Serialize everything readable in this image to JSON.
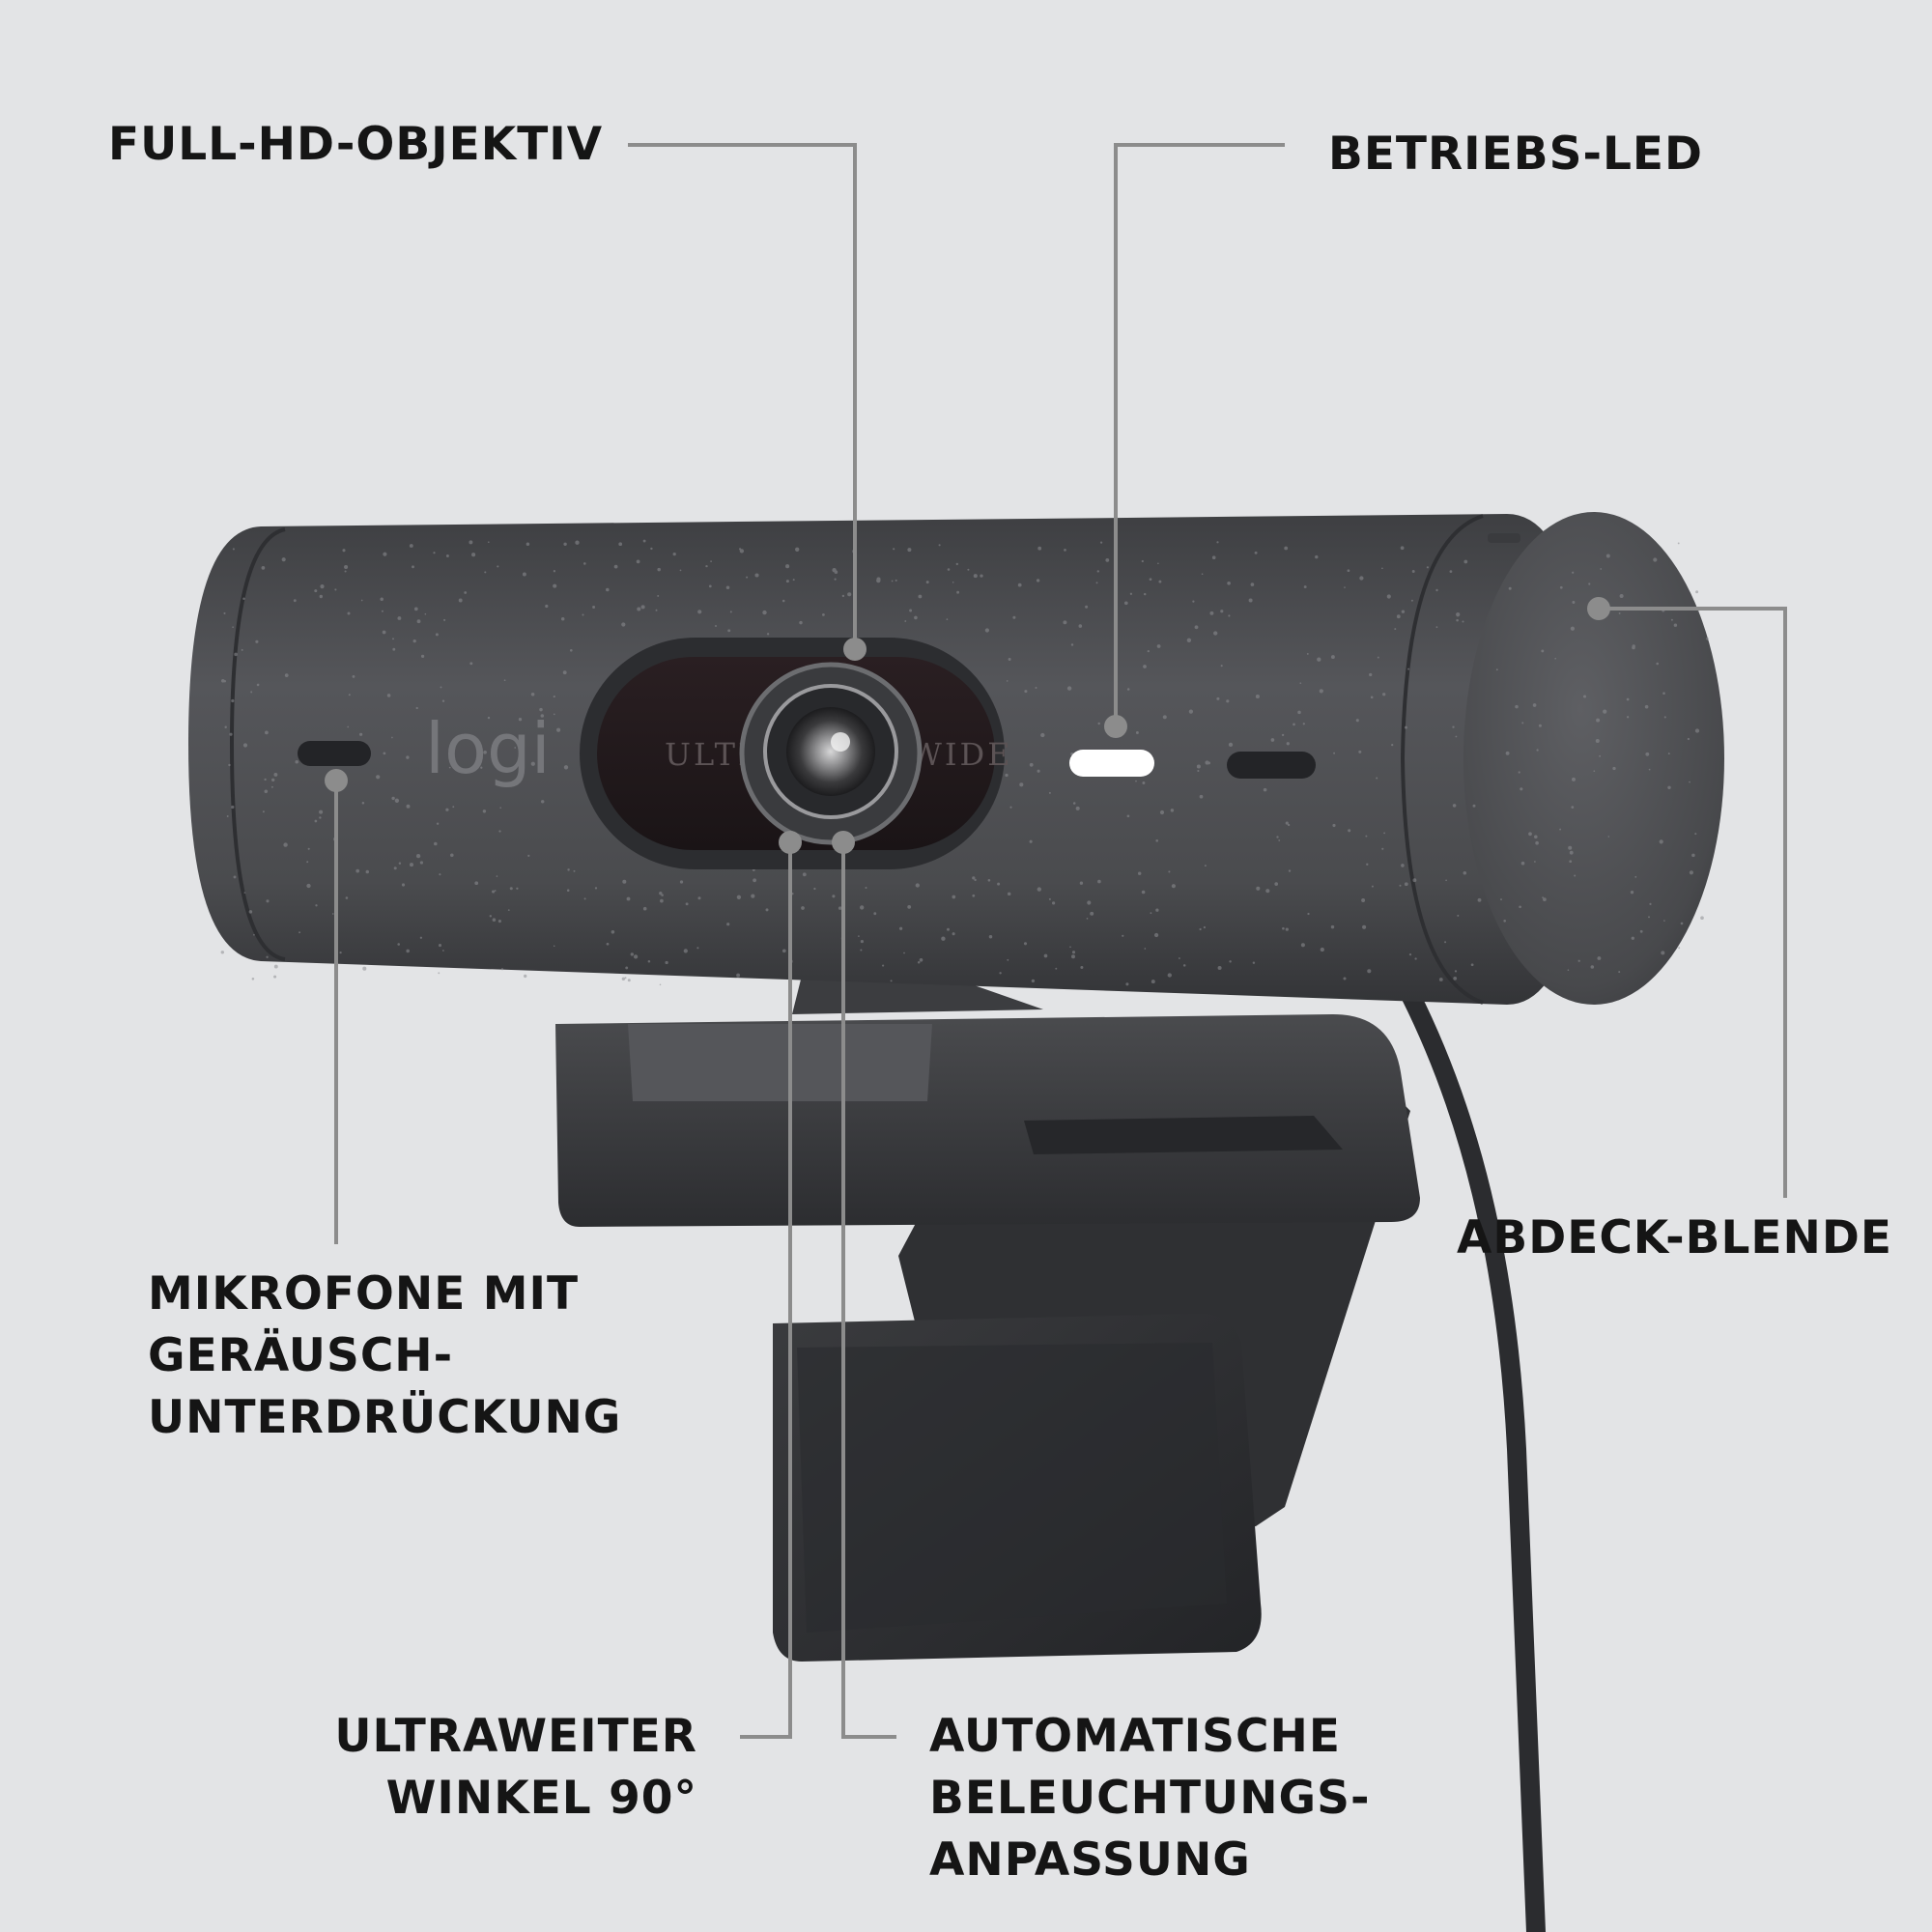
{
  "product": {
    "logo_text": "logi",
    "lens_ring_left_text": "ULTRA",
    "lens_ring_right_text": "WIDE"
  },
  "callouts": {
    "lens": {
      "lines": [
        "FULL-HD-OBJEKTIV"
      ]
    },
    "led": {
      "lines": [
        "BETRIEBS-LED"
      ]
    },
    "microphones": {
      "lines": [
        "MIKROFONE MIT",
        "GERÄUSCH-",
        "UNTERDRÜCKUNG"
      ]
    },
    "privacy_cover": {
      "lines": [
        "ABDECK-BLENDE"
      ]
    },
    "wide_angle": {
      "lines": [
        "ULTRAWEITER",
        "WINKEL 90°"
      ]
    },
    "auto_light": {
      "lines": [
        "AUTOMATISCHE",
        "BELEUCHTUNGS-",
        "ANPASSUNG"
      ]
    }
  },
  "colors": {
    "background": "#e3e4e6",
    "camera_body": "#4a4b4e",
    "leader_line": "#8c8c8c",
    "led": "#ffffff",
    "label_text": "#151515"
  }
}
